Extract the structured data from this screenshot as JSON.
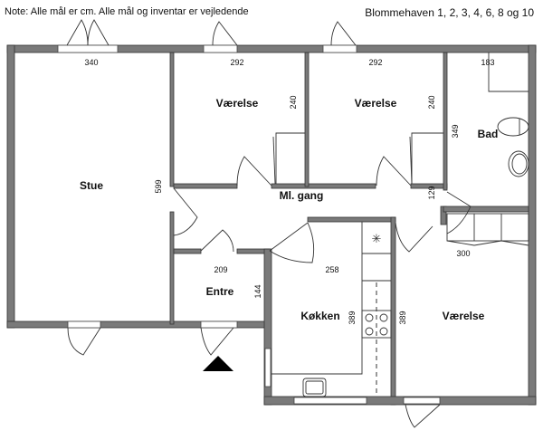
{
  "note": "Note: Alle mål er cm. Alle mål og inventar er vejledende",
  "address": "Blommehaven 1, 2, 3, 4, 6, 8 og 10",
  "rooms": {
    "stue": "Stue",
    "vaerelse1": "Værelse",
    "vaerelse2": "Værelse",
    "bad": "Bad",
    "gang": "Ml. gang",
    "entre": "Entre",
    "koekken": "Køkken",
    "vaerelse3": "Værelse"
  },
  "dimensions": {
    "stue_w": "340",
    "stue_h": "599",
    "v1_w": "292",
    "v1_h": "240",
    "v2_w": "292",
    "v2_h": "240",
    "bad_w": "183",
    "bad_h": "349",
    "gang_h": "129",
    "entre_w": "209",
    "entre_h": "144",
    "koekken_w": "258",
    "koekken_h": "389",
    "v3_w": "300",
    "v3_h": "389"
  }
}
